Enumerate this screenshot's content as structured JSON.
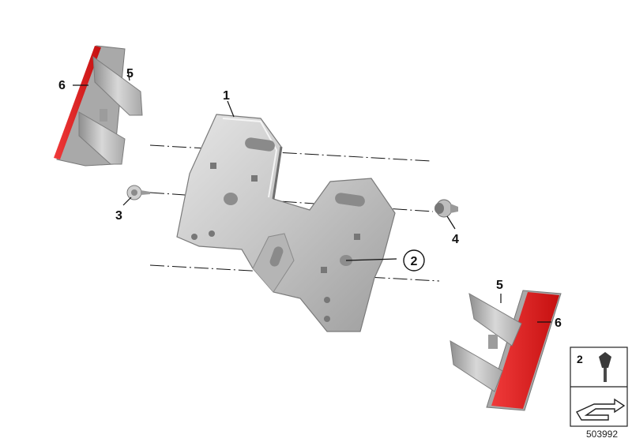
{
  "callouts": {
    "part1": "1",
    "part2": "2",
    "part3": "3",
    "part4": "4",
    "part5_top": "5",
    "part6_top": "6",
    "part5_bottom": "5",
    "part6_bottom": "6"
  },
  "legend": {
    "item_number": "2"
  },
  "reference_number": "503992",
  "colors": {
    "reflector_red": "#e01a1a",
    "part_gray": "#c9c9c9",
    "part_shadow": "#9a9a9a",
    "line": "#111111"
  }
}
